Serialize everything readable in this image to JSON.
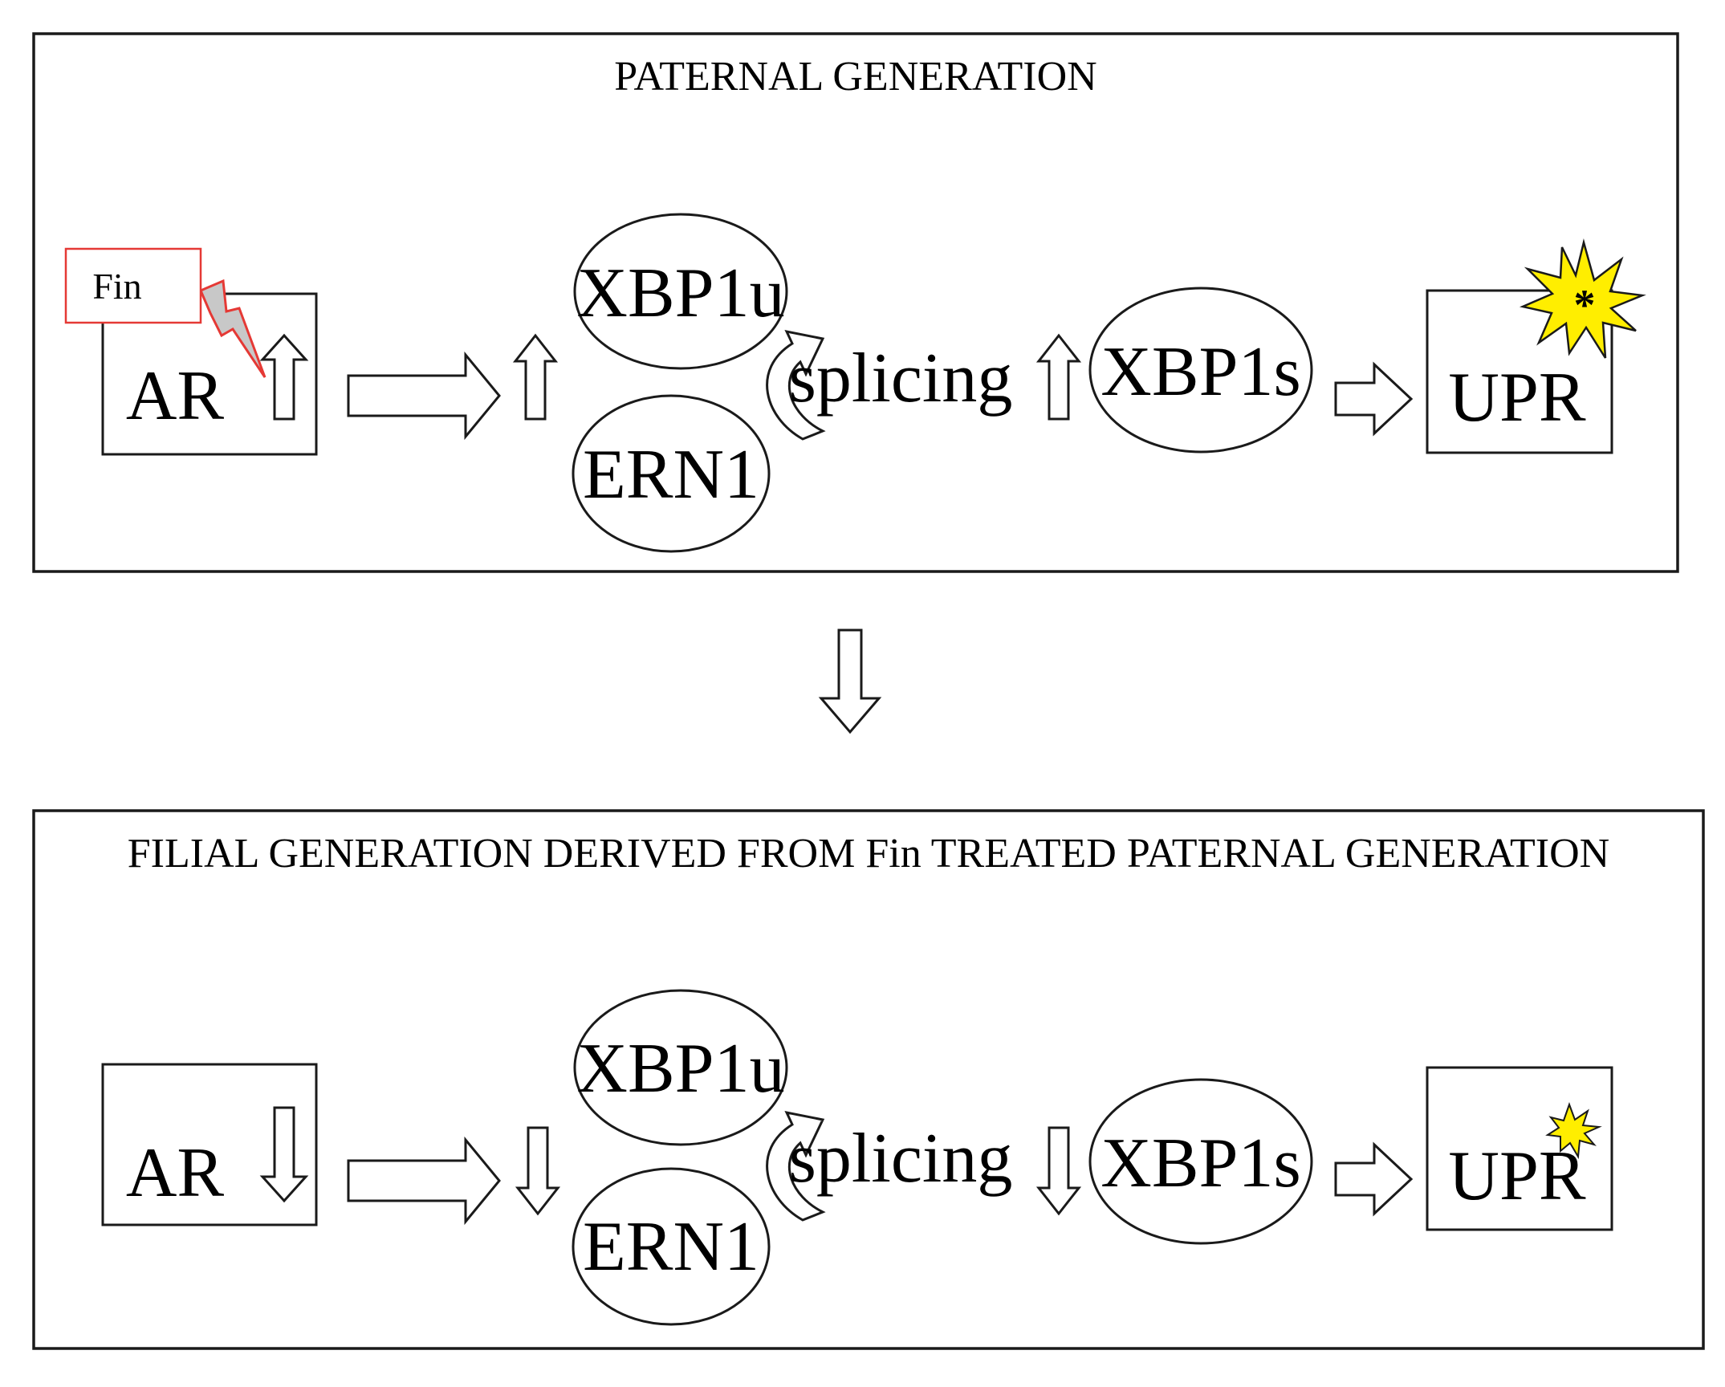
{
  "colors": {
    "stroke": "#1a1a1a",
    "fin_border": "#e53935",
    "bolt_fill": "#c8c8c8",
    "bolt_stroke": "#e53935",
    "burst_fill": "#ffee00",
    "burst_stroke": "#1a1a1a"
  },
  "paternal": {
    "title": "PATERNAL GENERATION",
    "treatment_label": "Fin",
    "ar_label": "AR",
    "ar_arrow": "up",
    "xbp1u_label": "XBP1u",
    "ern1_label": "ERN1",
    "splicing_label": "splicing",
    "xbp1s_label": "XBP1s",
    "upr_label": "UPR",
    "upr_burst_mark": "*",
    "upr_burst_size": "large"
  },
  "transition_arrow": "down-outline-arrow",
  "filial": {
    "title": "FILIAL GENERATION DERIVED FROM Fin TREATED PATERNAL GENERATION",
    "ar_label": "AR",
    "ar_arrow": "down",
    "xbp1u_label": "XBP1u",
    "ern1_label": "ERN1",
    "splicing_label": "splicing",
    "xbp1s_label": "XBP1s",
    "upr_label": "UPR",
    "upr_burst_size": "small"
  }
}
